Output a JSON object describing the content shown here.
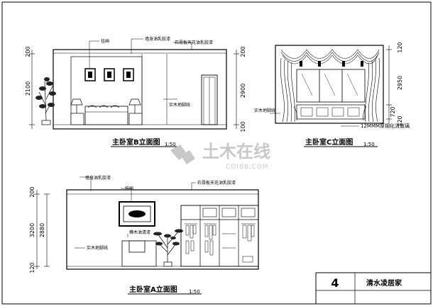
{
  "watermark": {
    "main": "土木在线",
    "sub": "COI88.COM"
  },
  "view_b": {
    "title": "主卧室B立面图",
    "scale": "1:50",
    "labels": {
      "hanging_picture": "挂画",
      "wall_paint": "墙身油乳胶漆",
      "ceiling_paint": "石膏板天花油乳胶漆",
      "skirting": "实木地脚线"
    },
    "dims_left": [
      "200",
      "2100"
    ],
    "dims_right": [
      "200",
      "2900",
      "100"
    ]
  },
  "view_c": {
    "title": "主卧室C立面图",
    "scale": "1:50",
    "labels": {
      "skirting": "实木地脚线",
      "glass": "12MMM厚钢化清玻璃"
    },
    "dims_right": [
      "120",
      "2950",
      "720",
      "120"
    ]
  },
  "view_a": {
    "title": "主卧室A立面图",
    "scale": "1:50",
    "labels": {
      "wall_paint": "墙身油乳胶漆",
      "hanging_picture": "挂画",
      "ceiling_paint": "石膏板天花油乳胶漆",
      "wood_veneer": "樺木油清漆",
      "skirting": "实木地脚线"
    },
    "dims_left": [
      "200",
      "3200",
      "2880",
      "120"
    ]
  },
  "title_block": {
    "sheet_no": "4",
    "project": "清水凌居家"
  }
}
